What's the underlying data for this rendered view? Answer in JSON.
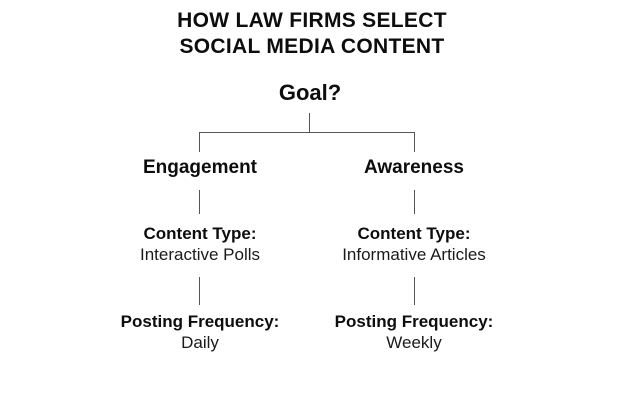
{
  "title": {
    "line1": "HOW LAW FIRMS SELECT",
    "line2": "SOCIAL MEDIA CONTENT"
  },
  "tree": {
    "root": "Goal?",
    "branches": [
      {
        "name": "Engagement",
        "content_type_label": "Content Type:",
        "content_type_value": "Interactive Polls",
        "posting_frequency_label": "Posting Frequency:",
        "posting_frequency_value": "Daily"
      },
      {
        "name": "Awareness",
        "content_type_label": "Content Type:",
        "content_type_value": "Informative Articles",
        "posting_frequency_label": "Posting Frequency:",
        "posting_frequency_value": "Weekly"
      }
    ]
  },
  "colors": {
    "background": "#ffffff",
    "text": "#0d0d0d",
    "connector": "#555555"
  }
}
